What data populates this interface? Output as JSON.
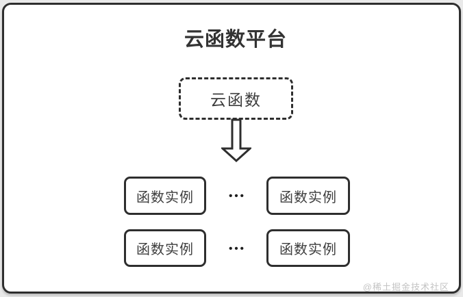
{
  "colors": {
    "background": "#e9e9e9",
    "card_background": "#ffffff",
    "line": "#2e2e2e",
    "title_text": "#333333",
    "node_text": "#3d3d3d",
    "watermark_text": "#c3c3c3"
  },
  "diagram": {
    "title": "云函数平台",
    "platform_node": {
      "label": "云函数",
      "style": "dashed-border"
    },
    "arrow": {
      "icon": "down-arrow-icon",
      "direction": "down",
      "style": "hollow-outline"
    },
    "ellipsis": "•••",
    "instance_rows": [
      {
        "boxes": [
          "函数实例",
          "函数实例"
        ]
      },
      {
        "boxes": [
          "函数实例",
          "函数实例"
        ]
      }
    ],
    "watermark": "@稀土掘金技术社区"
  }
}
